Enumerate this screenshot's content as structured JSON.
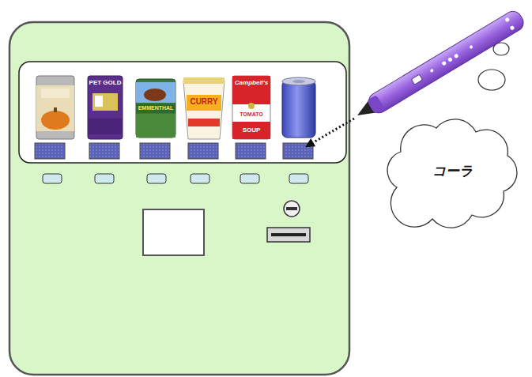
{
  "diagram": {
    "nodes": [
      {
        "text": [
          "コーラ"
        ]
      }
    ],
    "labels": [
      "PET GOLD",
      "EMMENTHAL",
      "CURRY",
      "Campbell's",
      "TOMATO",
      "SOUP"
    ]
  }
}
